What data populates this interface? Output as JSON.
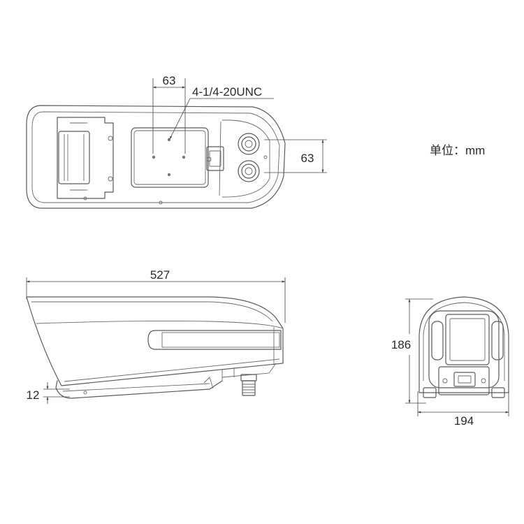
{
  "top_view": {
    "width_dim": "63",
    "thread_label": "4-1/4-20UNC",
    "height_dim": "63"
  },
  "units": "单位：mm",
  "side_view": {
    "length_dim": "527",
    "offset_dim": "12"
  },
  "front_view": {
    "height_dim": "186",
    "width_dim": "194"
  }
}
